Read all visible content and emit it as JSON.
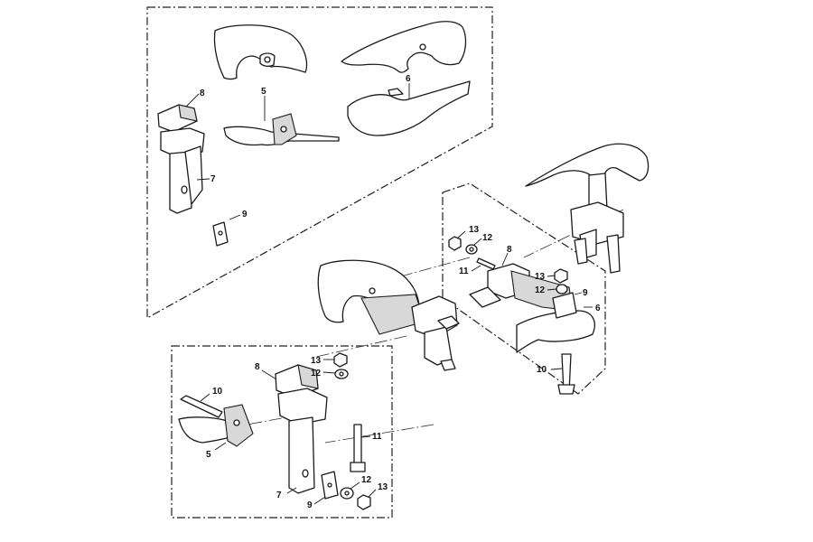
{
  "callouts": {
    "top_frame": {
      "c8": "8",
      "c5": "5",
      "c6": "6",
      "c7": "7",
      "c9": "9"
    },
    "right_frame": {
      "c13a": "13",
      "c12a": "12",
      "c8": "8",
      "c11": "11",
      "c13b": "13",
      "c12b": "12",
      "c9": "9",
      "c6": "6",
      "c10": "10"
    },
    "bottom_frame": {
      "c13a": "13",
      "c12a": "12",
      "c8": "8",
      "c10": "10",
      "c11": "11",
      "c5": "5",
      "c7": "7",
      "c9": "9",
      "c12b": "12",
      "c13b": "13"
    }
  }
}
